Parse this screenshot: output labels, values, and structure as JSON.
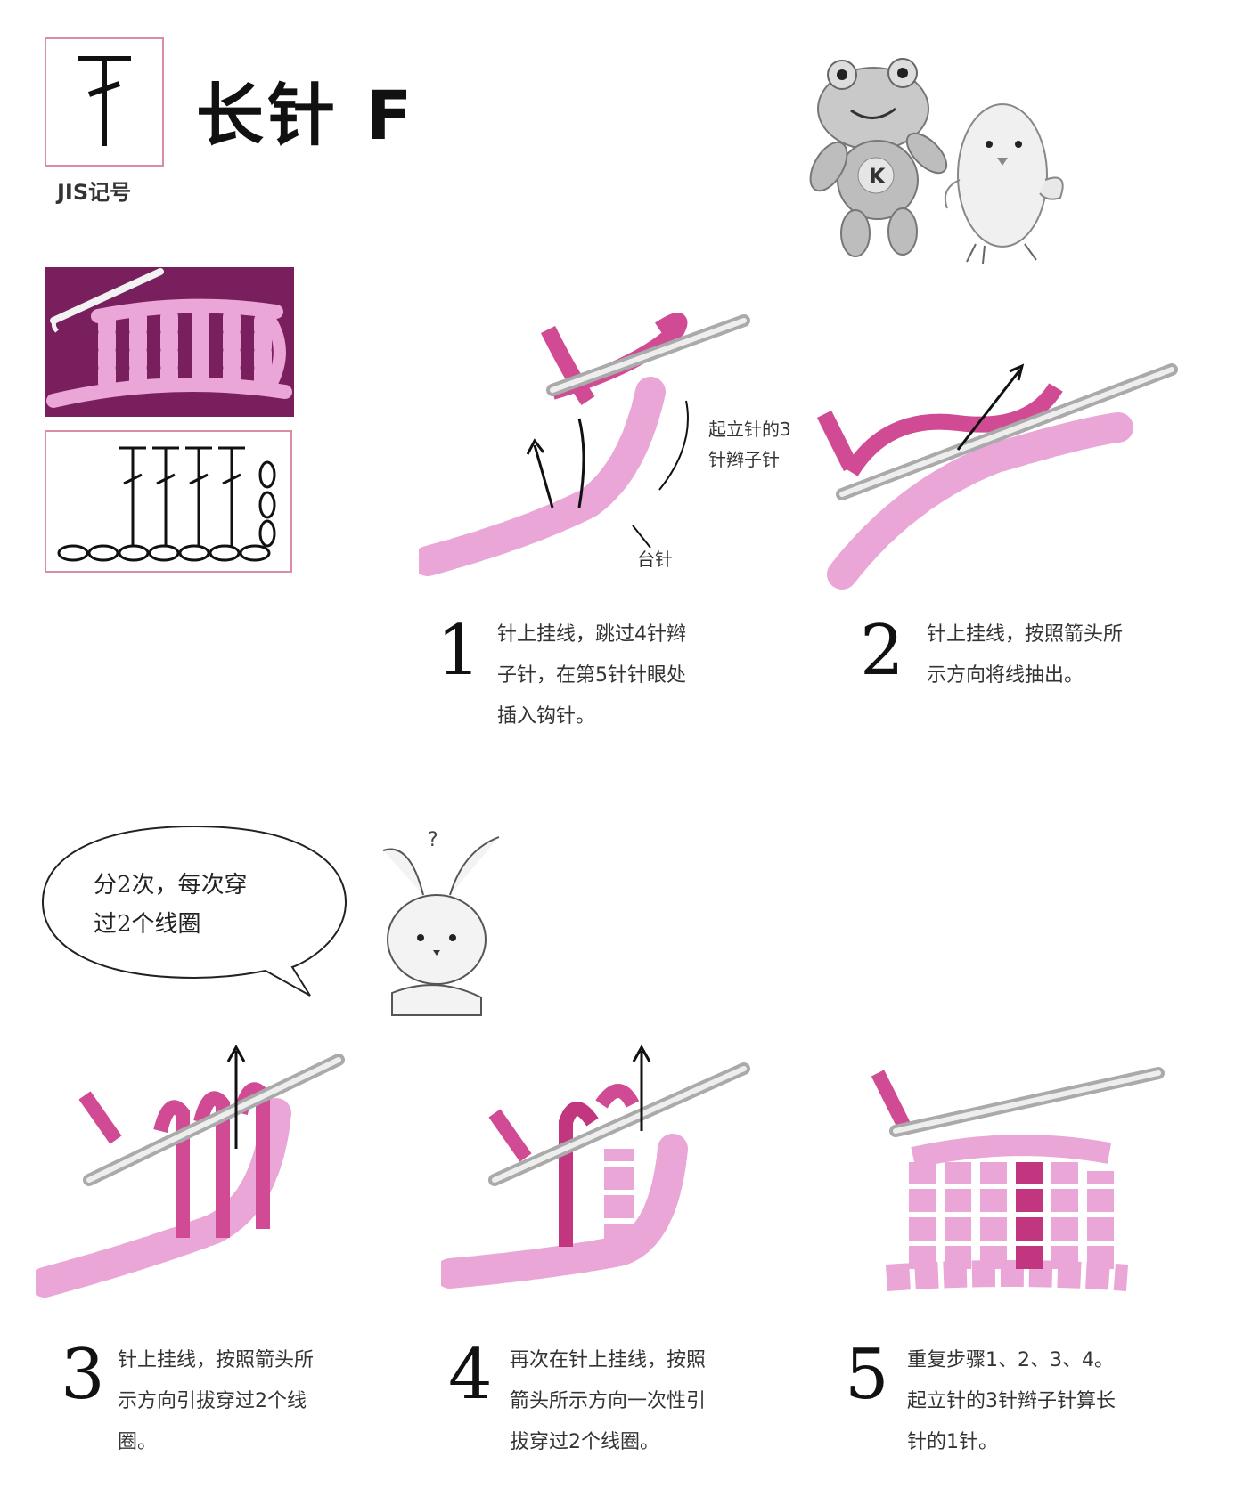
{
  "header": {
    "symbol": "T",
    "symbol_caption": "JIS记号",
    "title": "长针 F"
  },
  "labels": {
    "chain_label": "起立针的3\n针辫子针",
    "chain_label_1": "起立针的3",
    "chain_label_2": "针辫子针",
    "base_label": "台针",
    "bubble_1": "分2次，每次穿",
    "bubble_2": "过2个线圈",
    "badge_letter": "K"
  },
  "steps": [
    {
      "number": "1",
      "lines": [
        "针上挂线，跳过4针辫",
        "子针，在第5针针眼处",
        "插入钩针。"
      ]
    },
    {
      "number": "2",
      "lines": [
        "针上挂线，按照箭头所",
        "示方向将线抽出。"
      ]
    },
    {
      "number": "3",
      "lines": [
        "针上挂线，按照箭头所",
        "示方向引拔穿过2个线",
        "圈。"
      ]
    },
    {
      "number": "4",
      "lines": [
        "再次在针上挂线，按照",
        "箭头所示方向一次性引",
        "拔穿过2个线圈。"
      ]
    },
    {
      "number": "5",
      "lines": [
        "重复步骤1、2、3、4。",
        "起立针的3针辫子针算长",
        "针的1针。"
      ]
    }
  ],
  "colors": {
    "border_pink": "#d98ca2",
    "yarn_light": "#e9a6d6",
    "yarn_mid": "#d97ec4",
    "yarn_dark": "#c2357f",
    "photo_bg": "#7a1f5e"
  }
}
